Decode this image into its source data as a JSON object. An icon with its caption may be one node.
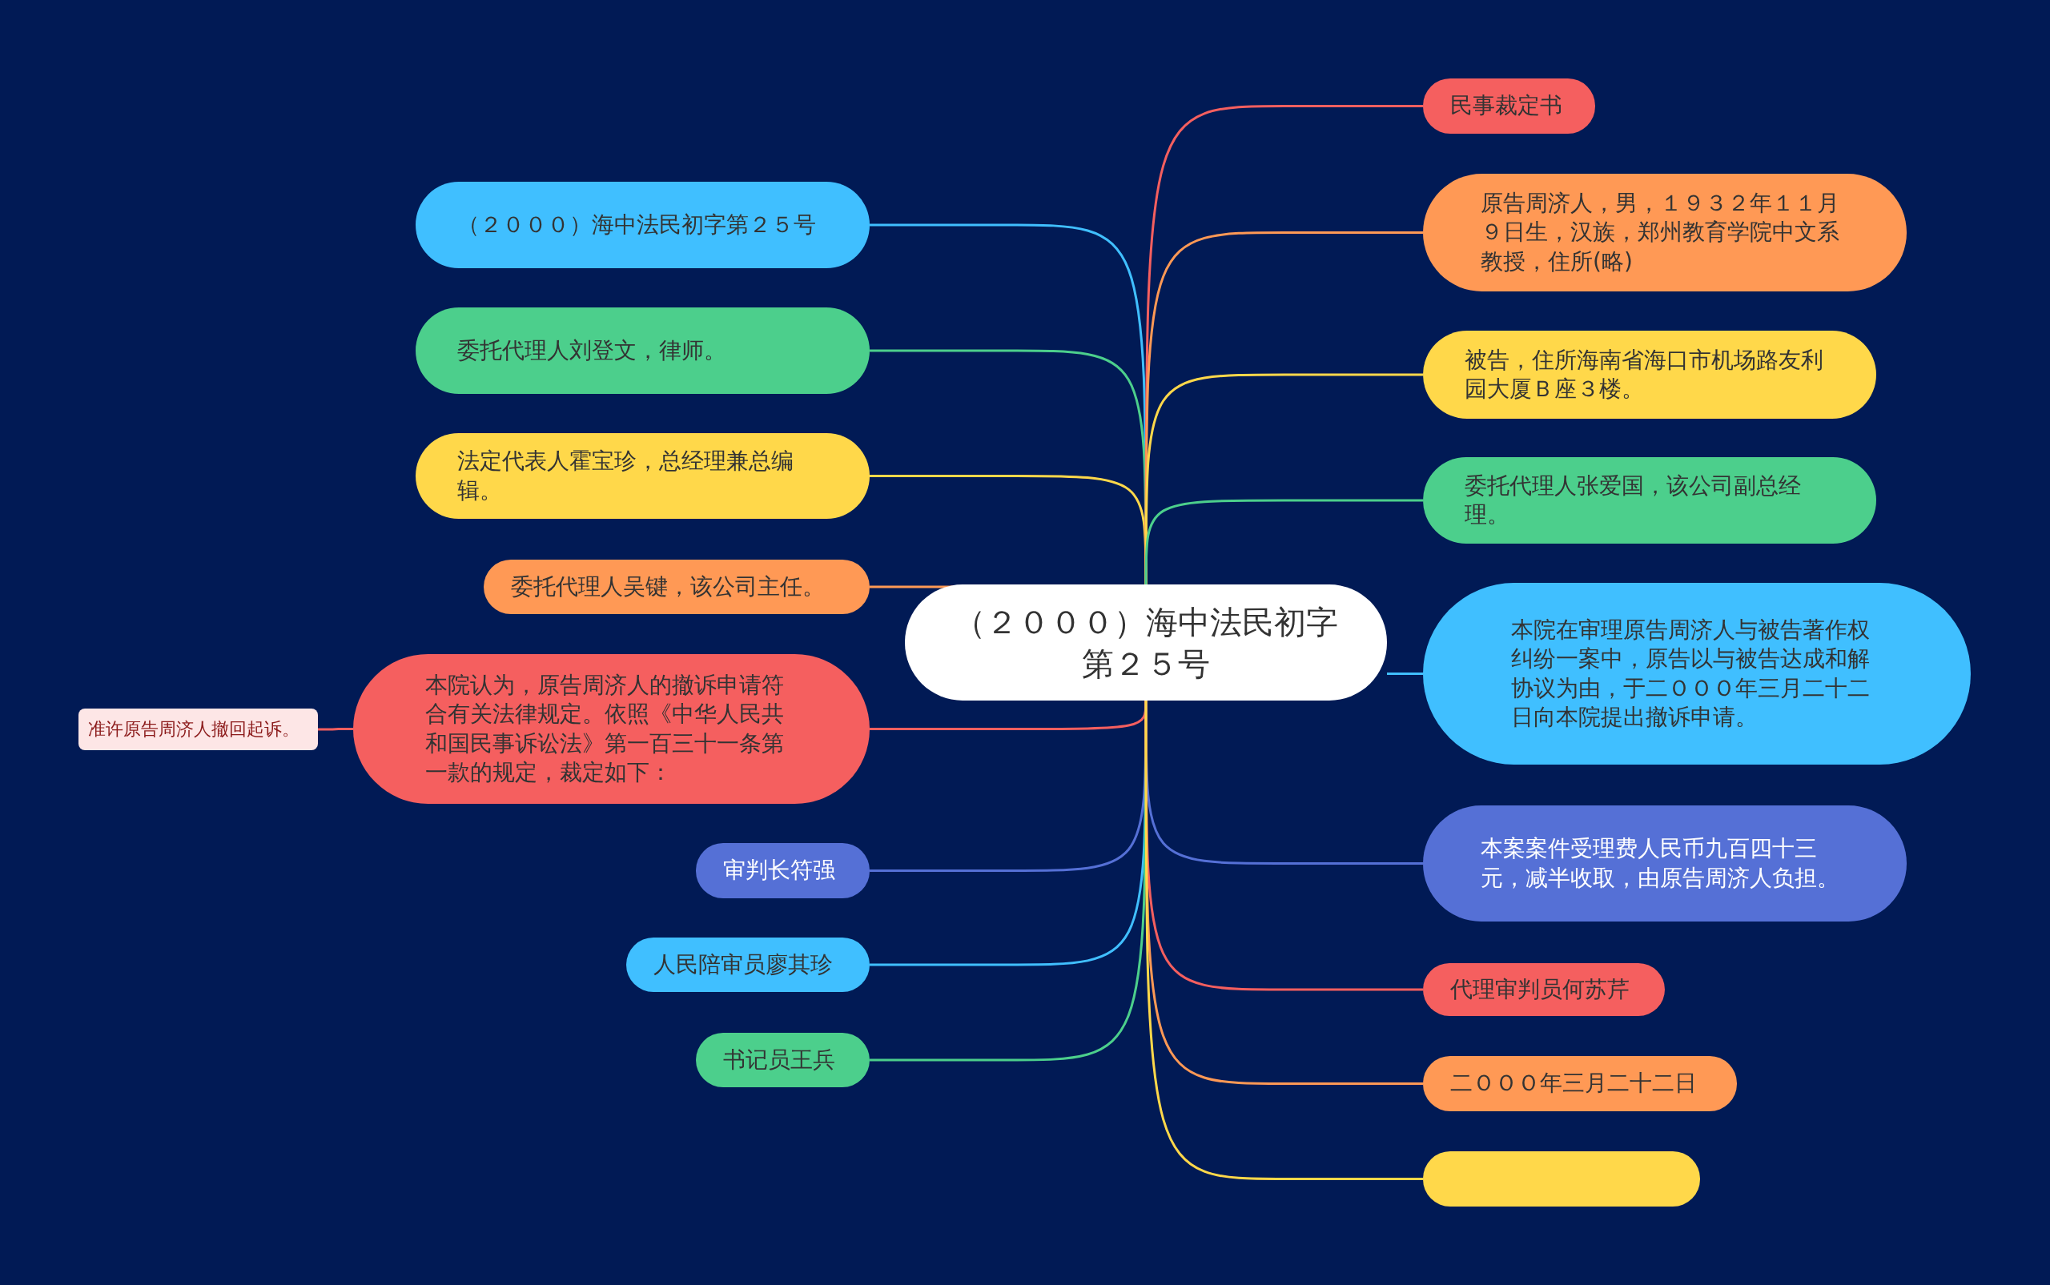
{
  "diagram": {
    "nodes": [
      {
        "text": [
          "（２０００）海中法民初字第２５号"
        ]
      },
      {
        "text": [
          "（２０００）海中法民初字第２５号"
        ]
      },
      {
        "text": [
          "委托代理人刘登文，律师。"
        ]
      },
      {
        "text": [
          "法定代表人霍宝珍，总经理兼总编辑。"
        ]
      },
      {
        "text": [
          "委托代理人吴键，该公司主任。"
        ]
      },
      {
        "text": [
          "本院认为，原告周济人的撤诉申请符合有关法律规定。依照《中华人民共和国民事诉讼法》第一百三十一条第一款的规定，裁定如下："
        ]
      },
      {
        "text": [
          "准许原告周济人撤回起诉。"
        ]
      },
      {
        "text": [
          "审判长符强"
        ]
      },
      {
        "text": [
          "人民陪审员廖其珍"
        ]
      },
      {
        "text": [
          "书记员王兵"
        ]
      },
      {
        "text": [
          "民事裁定书"
        ]
      },
      {
        "text": [
          "原告周济人，男，１９３２年１１月９日生，汉族，郑州教育学院中文系教授，住所(略)"
        ]
      },
      {
        "text": [
          "被告，住所海南省海口市机场路友利园大厦Ｂ座３楼。"
        ]
      },
      {
        "text": [
          "委托代理人张爱国，该公司副总经理。"
        ]
      },
      {
        "text": [
          "本院在审理原告周济人与被告著作权纠纷一案中，原告以与被告达成和解协议为由，于二ＯＯＯ年三月二十二日向本院提出撤诉申请。"
        ]
      },
      {
        "text": [
          "本案案件受理费人民币九百四十三元，减半收取，由原告周济人负担。"
        ]
      },
      {
        "text": [
          "代理审判员何苏芹"
        ]
      },
      {
        "text": [
          "二ＯＯＯ年三月二十二日"
        ]
      },
      {
        "text": [],
        "shape": "box"
      }
    ],
    "edges": [
      {
        "from": 0,
        "to": 1,
        "arrow": "none",
        "color": "#40bfff"
      },
      {
        "from": 0,
        "to": 2,
        "arrow": "none",
        "color": "#4ccf8c"
      },
      {
        "from": 0,
        "to": 3,
        "arrow": "none",
        "color": "#ffd84a"
      },
      {
        "from": 0,
        "to": 4,
        "arrow": "none",
        "color": "#ff9955"
      },
      {
        "from": 0,
        "to": 5,
        "arrow": "none",
        "color": "#f55f5f"
      },
      {
        "from": 5,
        "to": 6,
        "arrow": "none",
        "color": "#f55f5f"
      },
      {
        "from": 0,
        "to": 7,
        "arrow": "none",
        "color": "#5570d6"
      },
      {
        "from": 0,
        "to": 8,
        "arrow": "none",
        "color": "#40bfff"
      },
      {
        "from": 0,
        "to": 9,
        "arrow": "none",
        "color": "#4ccf8c"
      },
      {
        "from": 0,
        "to": 10,
        "arrow": "none",
        "color": "#f55f5f"
      },
      {
        "from": 0,
        "to": 11,
        "arrow": "none",
        "color": "#ff9955"
      },
      {
        "from": 0,
        "to": 12,
        "arrow": "none",
        "color": "#ffd84a"
      },
      {
        "from": 0,
        "to": 13,
        "arrow": "none",
        "color": "#4ccf8c"
      },
      {
        "from": 0,
        "to": 14,
        "arrow": "none",
        "color": "#40bfff"
      },
      {
        "from": 0,
        "to": 15,
        "arrow": "none",
        "color": "#5570d6"
      },
      {
        "from": 0,
        "to": 16,
        "arrow": "none",
        "color": "#f55f5f"
      },
      {
        "from": 0,
        "to": 17,
        "arrow": "none",
        "color": "#ff9955"
      },
      {
        "from": 0,
        "to": 18,
        "arrow": "none",
        "color": "#ffd84a"
      }
    ]
  }
}
